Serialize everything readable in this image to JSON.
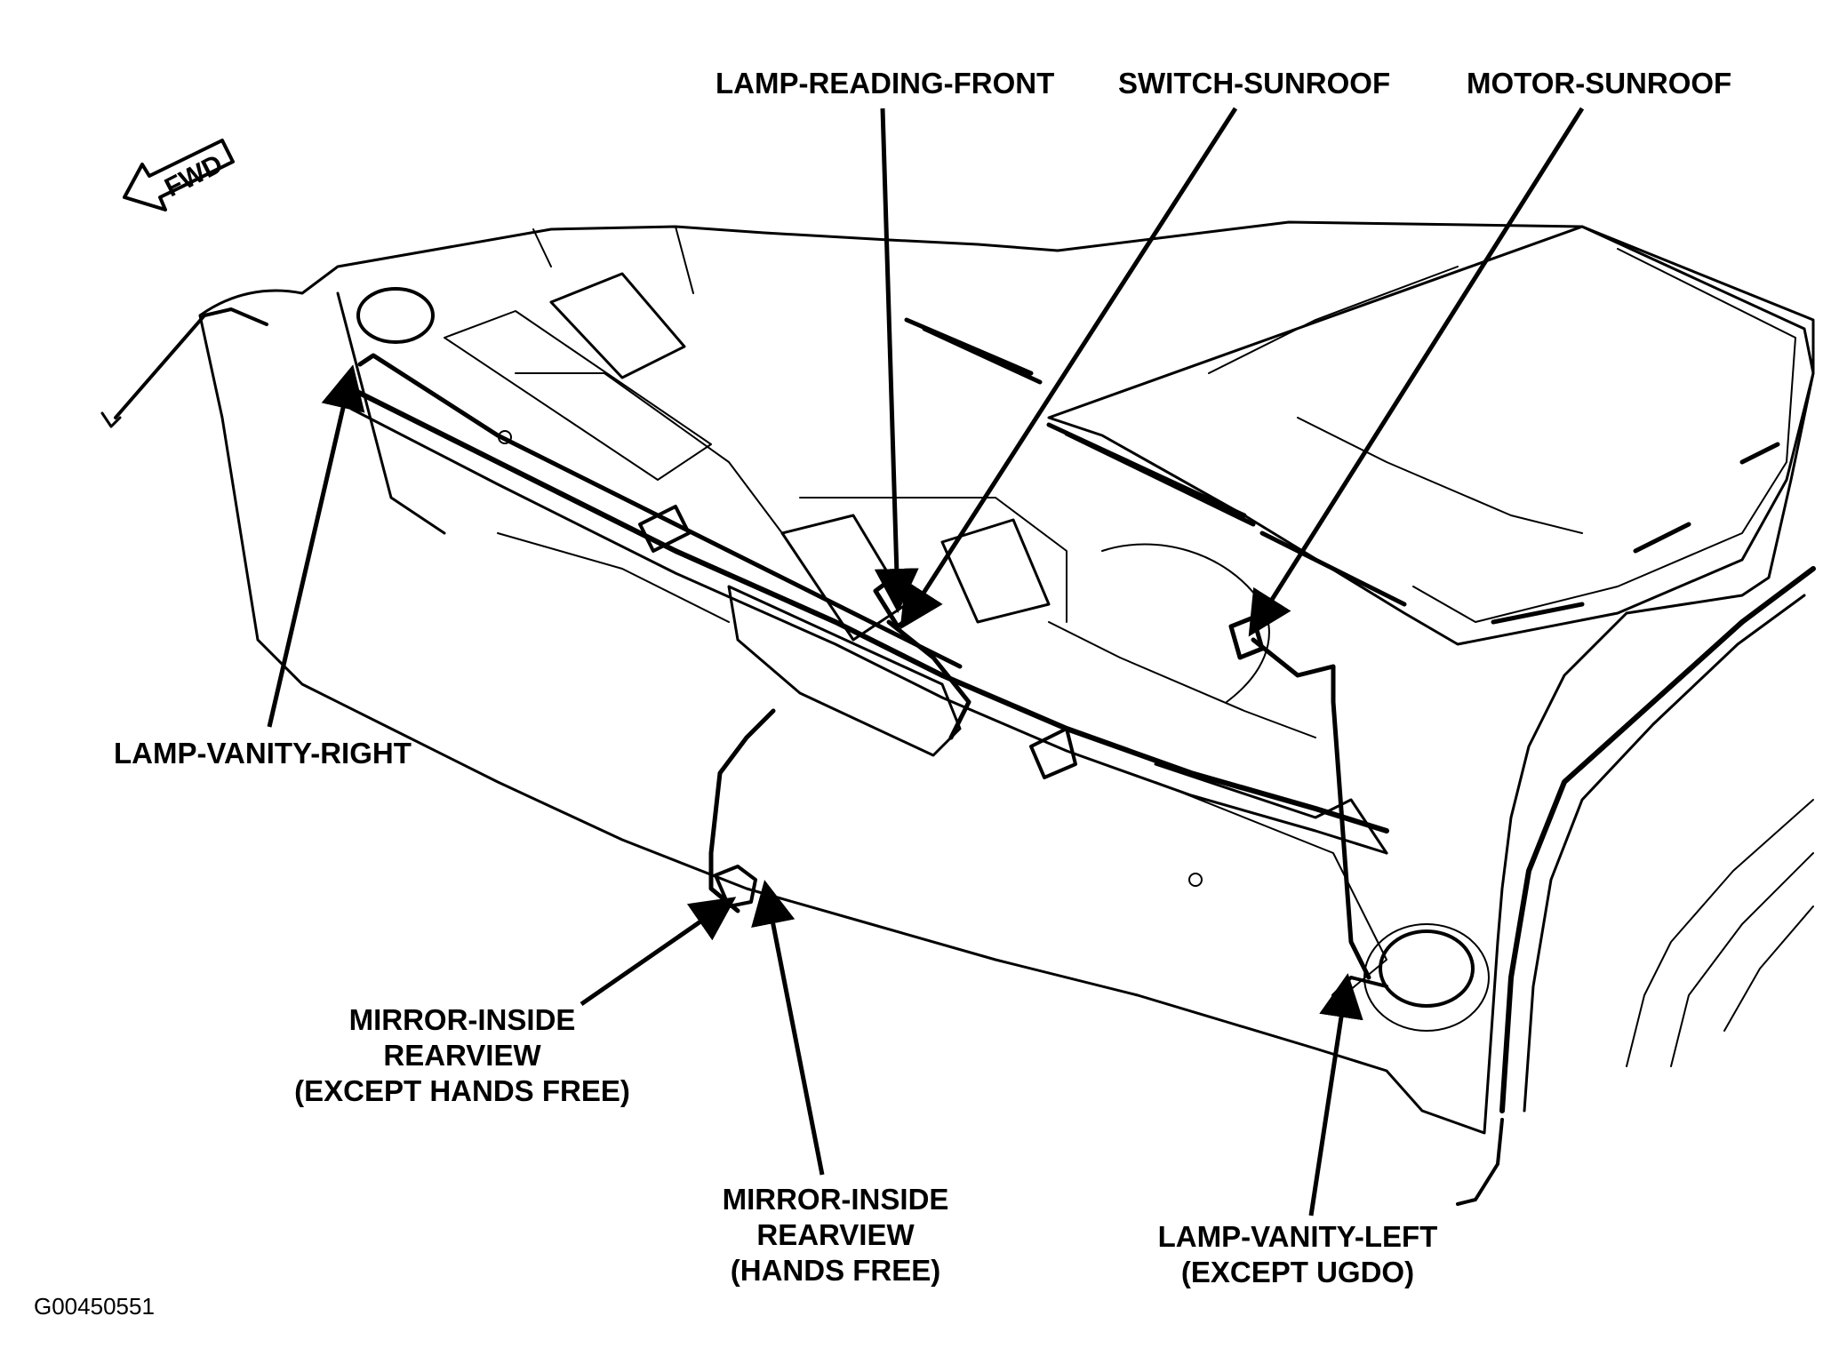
{
  "figure_id": "G00450551",
  "fwd_label": "FWD",
  "labels": {
    "lamp_reading_front": "LAMP-READING-FRONT",
    "switch_sunroof": "SWITCH-SUNROOF",
    "motor_sunroof": "MOTOR-SUNROOF",
    "lamp_vanity_right": "LAMP-VANITY-RIGHT",
    "mirror_except": [
      "MIRROR-INSIDE",
      "REARVIEW",
      "(EXCEPT HANDS FREE)"
    ],
    "mirror_hands_free": [
      "MIRROR-INSIDE",
      "REARVIEW",
      "(HANDS FREE)"
    ],
    "lamp_vanity_left": [
      "LAMP-VANITY-LEFT",
      "(EXCEPT UGDO)"
    ]
  }
}
